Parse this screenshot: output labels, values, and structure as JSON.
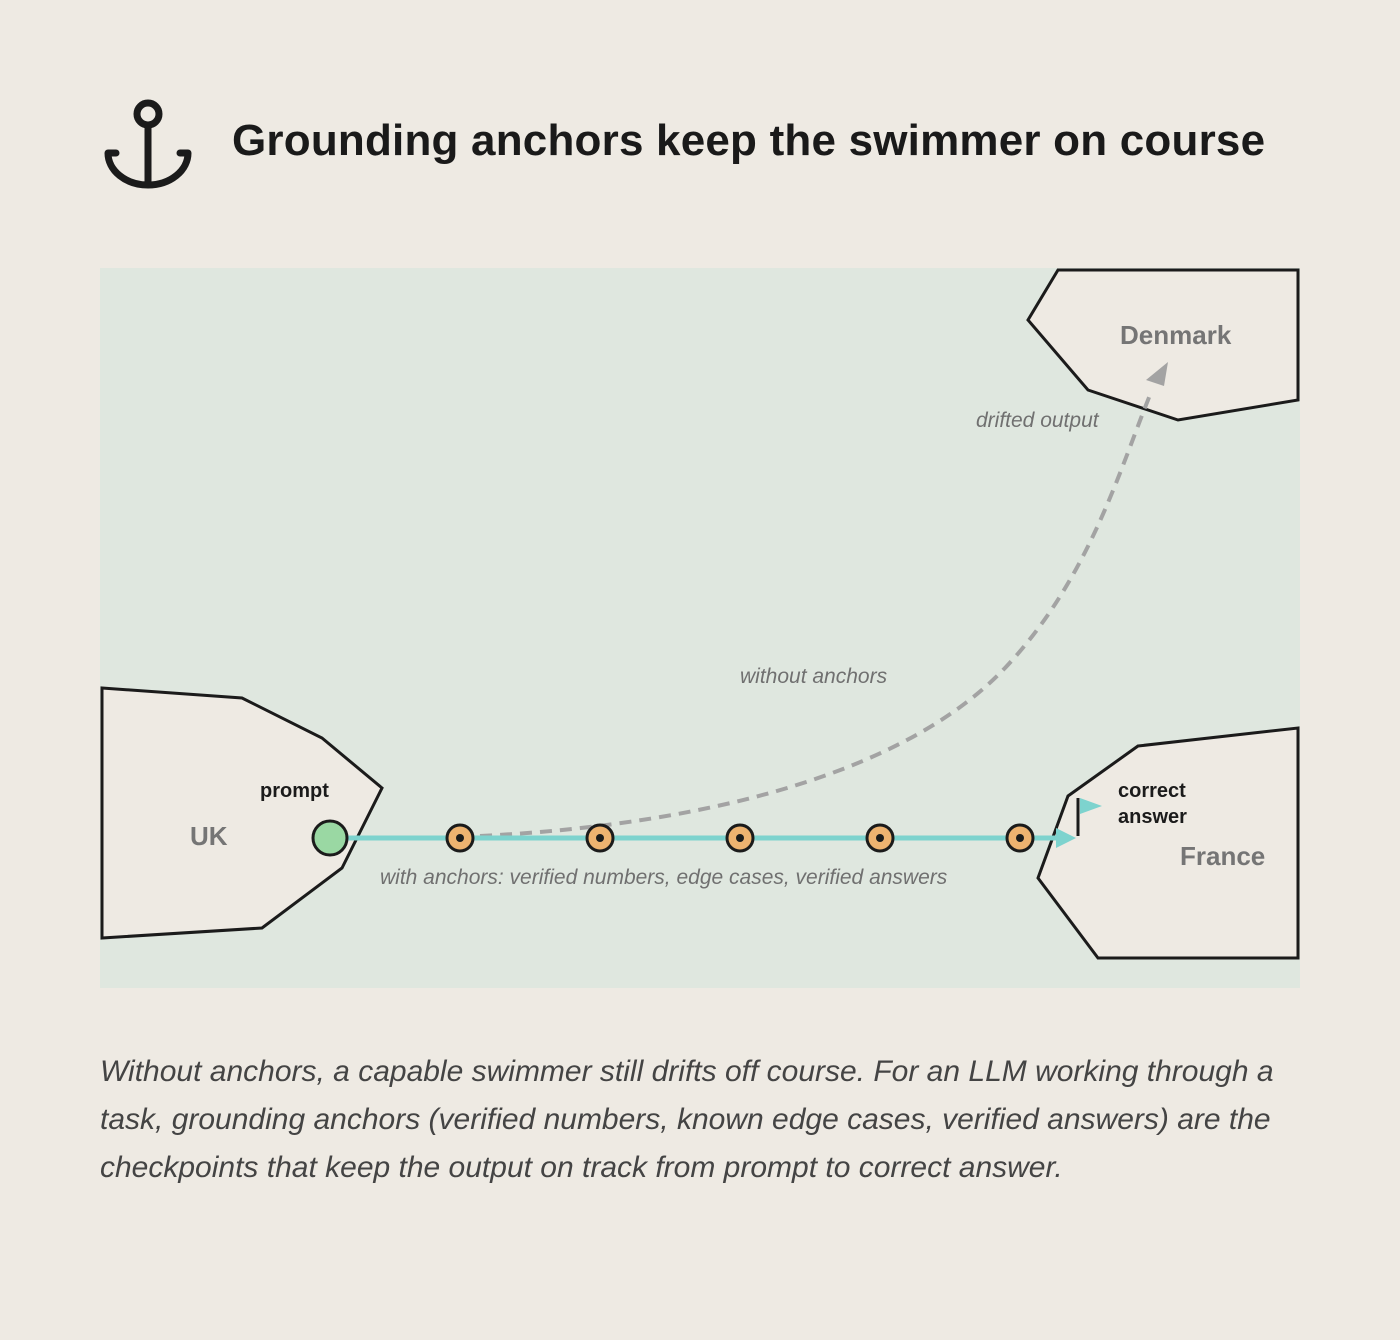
{
  "header": {
    "icon": "anchor-icon",
    "title": "Grounding anchors keep the swimmer on course"
  },
  "diagram": {
    "background_color": "#dfe7df",
    "land_color": "#eeeae3",
    "countries": {
      "start": "UK",
      "target": "France",
      "drift": "Denmark"
    },
    "labels": {
      "start_point": "prompt",
      "end_point_line1": "correct",
      "end_point_line2": "answer",
      "drift_path": "without anchors",
      "drift_end": "drifted output",
      "anchored_path": "with anchors: verified numbers, edge cases, verified answers"
    },
    "anchors": {
      "count": 5,
      "color": "#eeb370",
      "x_positions": [
        360,
        500,
        640,
        780,
        920
      ]
    },
    "colors": {
      "anchored_path": "#7dd3ce",
      "drift_path": "#a3a3a3",
      "start_point": "#9ad8a3",
      "outline": "#1b1b1b"
    }
  },
  "caption": "Without anchors, a capable swimmer still drifts off course. For an LLM working through a task, grounding anchors (verified numbers, known edge cases, verified answers) are the checkpoints that keep the output on track from prompt to correct answer."
}
